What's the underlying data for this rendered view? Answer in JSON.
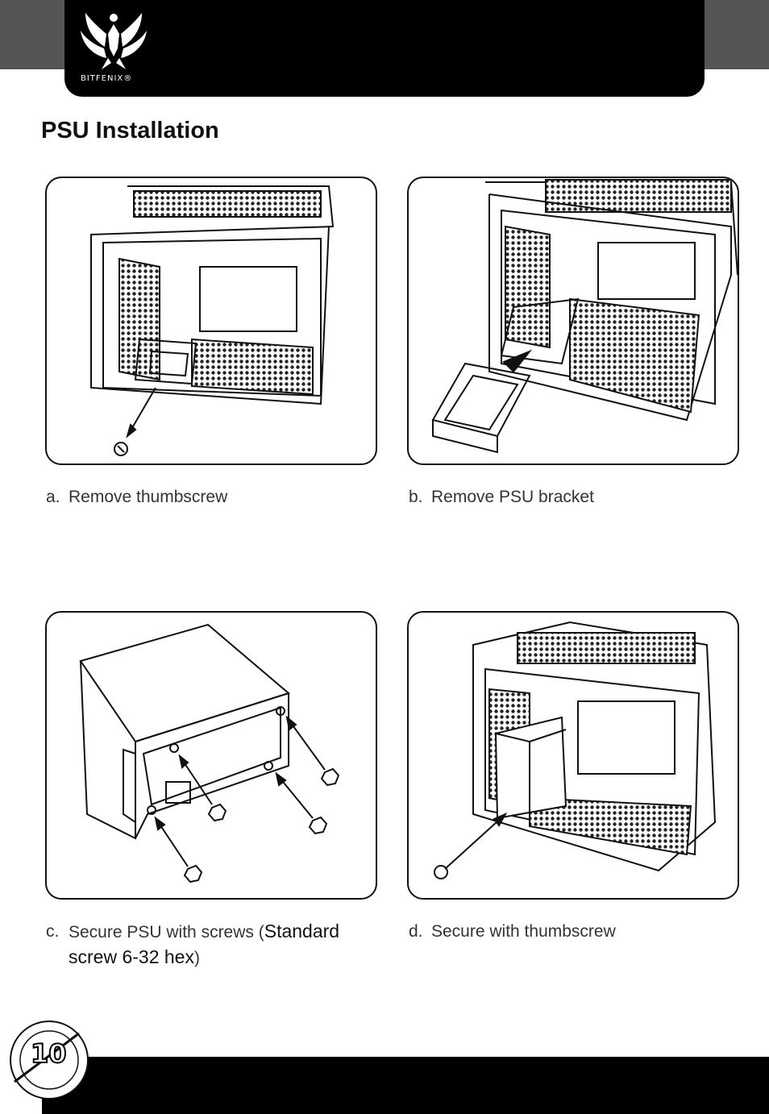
{
  "header": {
    "brand": "BITFENIX®",
    "logo_icon": "phoenix-logo-icon"
  },
  "page_title": "PSU Installation",
  "steps": [
    {
      "letter": "a.",
      "caption": "Remove thumbscrew"
    },
    {
      "letter": "b.",
      "caption": "Remove PSU bracket"
    },
    {
      "letter": "c.",
      "caption_pre": "Secure PSU with screws (",
      "caption_em": "Standard screw 6-32 hex",
      "caption_post": ")"
    },
    {
      "letter": "d.",
      "caption": "Secure with thumbscrew"
    }
  ],
  "footer": {
    "page_number": "10"
  },
  "colors": {
    "header": "#000000",
    "header_side": "#555555",
    "line": "#111111"
  }
}
